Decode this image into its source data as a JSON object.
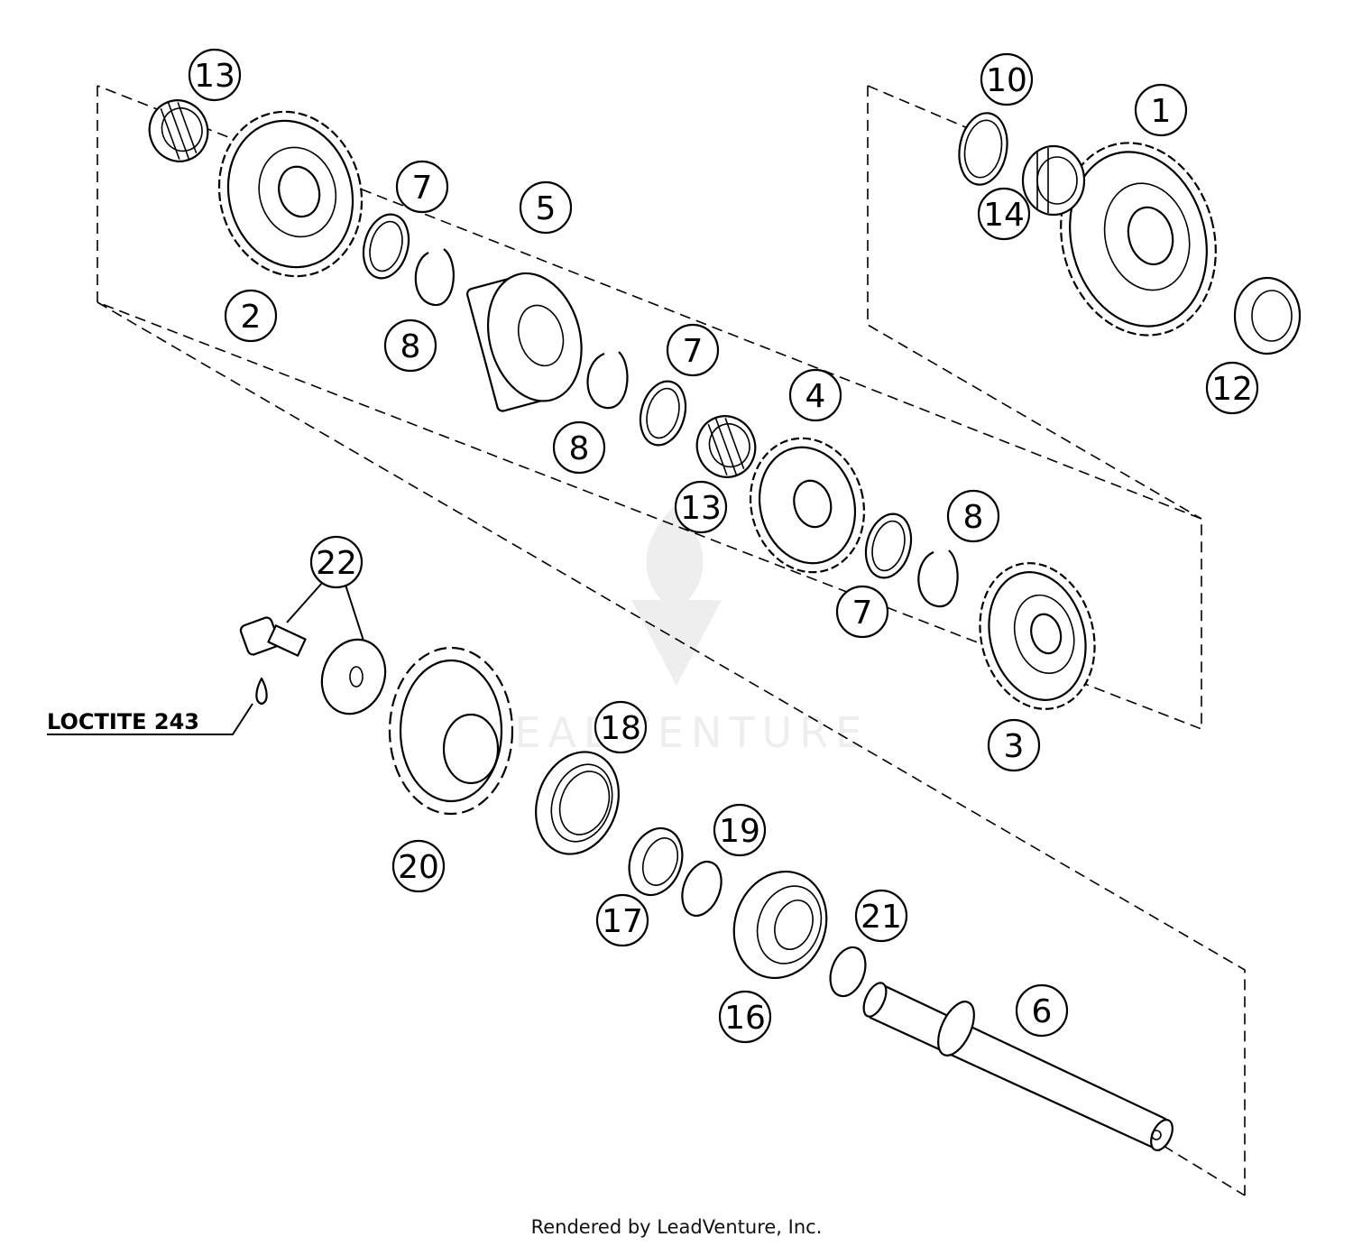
{
  "diagram": {
    "callouts": [
      "13",
      "2",
      "7",
      "8",
      "5",
      "7",
      "8",
      "13",
      "4",
      "7",
      "8",
      "3",
      "10",
      "14",
      "1",
      "12",
      "22",
      "20",
      "18",
      "17",
      "19",
      "16",
      "21",
      "6"
    ],
    "annotation": "LOCTITE 243",
    "watermark": "LEADVENTURE",
    "footer": "Rendered by LeadVenture, Inc."
  }
}
